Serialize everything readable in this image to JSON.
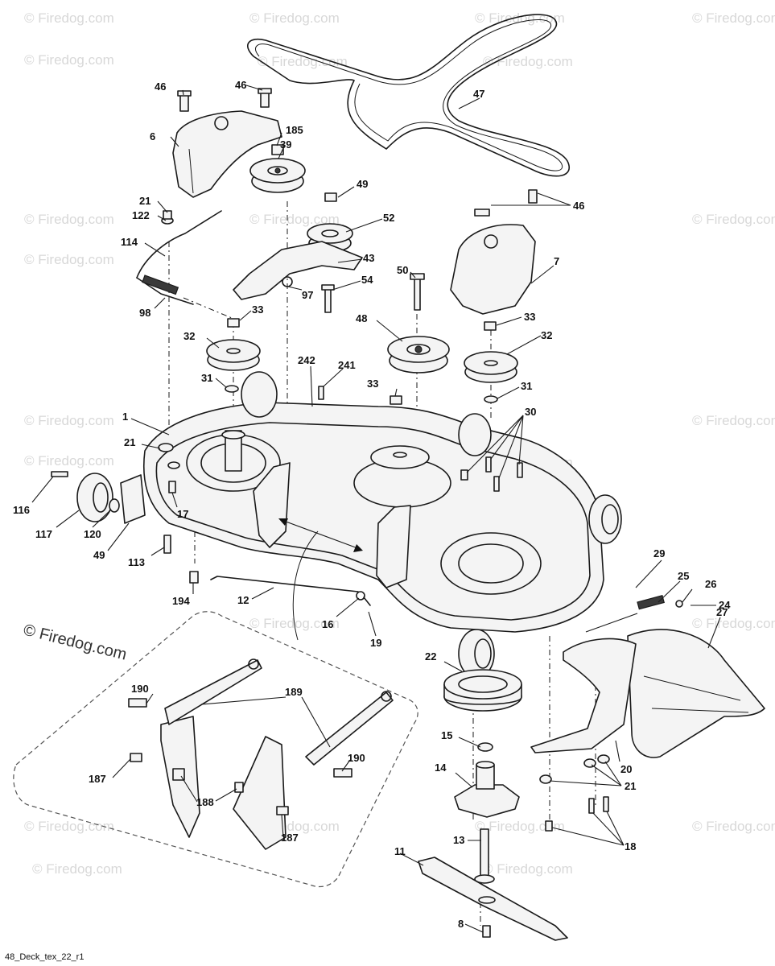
{
  "watermark_text": "© Firedog.com",
  "footer_label": "48_Deck_tex_22_r1",
  "callouts": {
    "c46a": "46",
    "c46b": "46",
    "c46c": "46",
    "c6": "6",
    "c185": "185",
    "c39": "39",
    "c47": "47",
    "c21a": "21",
    "c122": "122",
    "c49a": "49",
    "c52": "52",
    "c114": "114",
    "c43": "43",
    "c7": "7",
    "c50": "50",
    "c54": "54",
    "c98": "98",
    "c97": "97",
    "c33a": "33",
    "c33b": "33",
    "c33c": "33",
    "c32a": "32",
    "c32b": "32",
    "c48": "48",
    "c242": "242",
    "c241": "241",
    "c31a": "31",
    "c31b": "31",
    "c1": "1",
    "c30": "30",
    "c21b": "21",
    "c116": "116",
    "c17": "17",
    "c117": "117",
    "c120": "120",
    "c49b": "49",
    "c113": "113",
    "c29": "29",
    "c25": "25",
    "c26": "26",
    "c24": "24",
    "c194": "194",
    "c12": "12",
    "c16": "16",
    "c19": "19",
    "c27": "27",
    "c22": "22",
    "c190a": "190",
    "c189": "189",
    "c15": "15",
    "c20": "20",
    "c21c": "21",
    "c190b": "190",
    "c187a": "187",
    "c14": "14",
    "c188": "188",
    "c187b": "187",
    "c13": "13",
    "c18": "18",
    "c11": "11",
    "c8": "8"
  }
}
